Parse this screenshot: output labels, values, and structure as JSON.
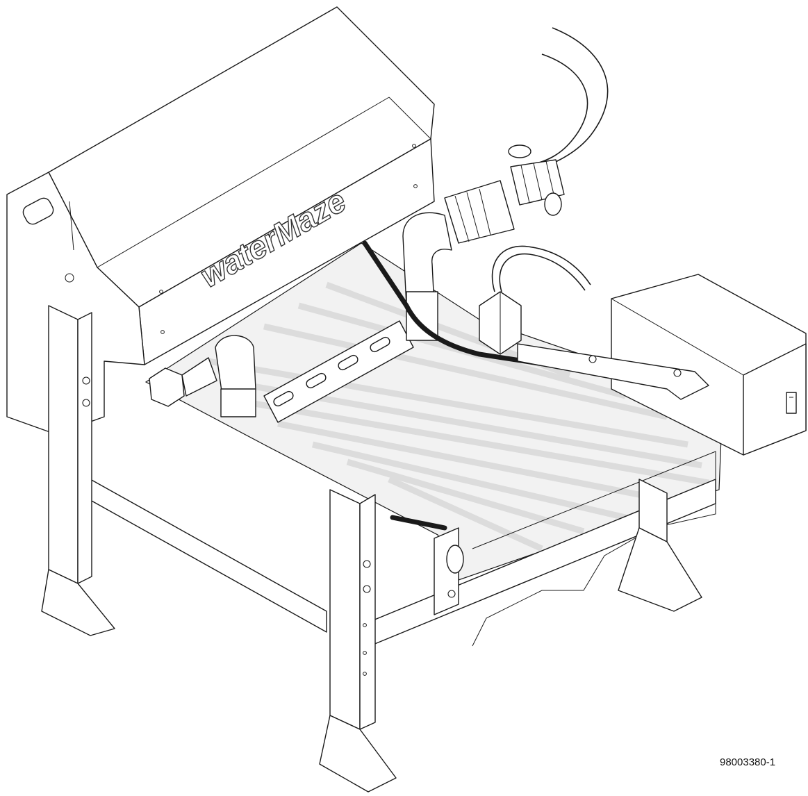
{
  "illustration": {
    "subject": "belt-filter-machine-line-drawing",
    "logo_text": "waterMaze",
    "drawing_number": "98003380-1",
    "line_color": "#1a1a1a",
    "belt_color": "#f2f2f2",
    "belt_stripe_color": "#dcdcdc",
    "background_color": "#ffffff"
  }
}
